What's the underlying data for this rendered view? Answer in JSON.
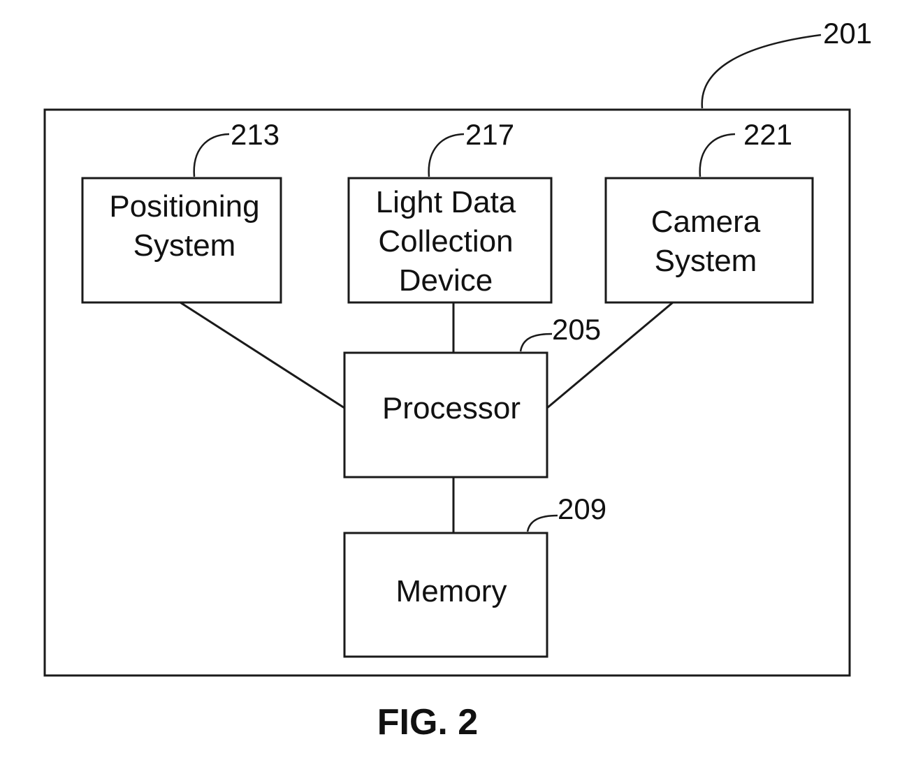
{
  "diagram": {
    "outer_ref": "201",
    "blocks": {
      "positioning": {
        "ref": "213",
        "line1": "Positioning",
        "line2": "System"
      },
      "light": {
        "ref": "217",
        "line1": "Light Data",
        "line2": "Collection",
        "line3": "Device"
      },
      "camera": {
        "ref": "221",
        "line1": "Camera",
        "line2": "System"
      },
      "processor": {
        "ref": "205",
        "line1": "Processor"
      },
      "memory": {
        "ref": "209",
        "line1": "Memory"
      }
    }
  },
  "caption": "FIG. 2"
}
